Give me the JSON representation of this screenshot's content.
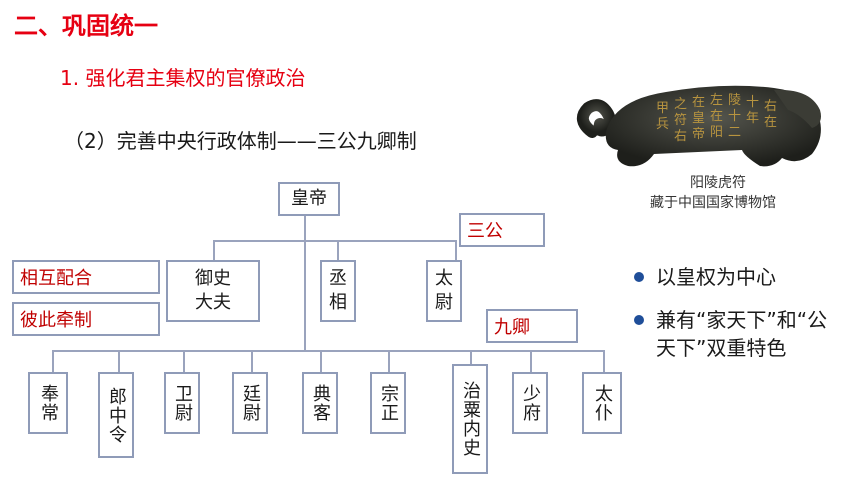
{
  "section_title": "二、巩固统一",
  "subtitle": "1. 强化君主集权的官僚政治",
  "heading": "（2）完善中央行政体制——三公九卿制",
  "org_chart": {
    "emperor": "皇帝",
    "san_gong_label": "三公",
    "jiu_qing_label": "九卿",
    "side_labels": [
      "相互配合",
      "彼此牵制"
    ],
    "san_gong": [
      "御史\n大夫",
      "丞\n相",
      "太\n尉"
    ],
    "jiu_qing": [
      "奉常",
      "郎中令",
      "卫尉",
      "廷尉",
      "典客",
      "宗正",
      "治粟内史",
      "少府",
      "太仆"
    ]
  },
  "artifact": {
    "caption_line1": "阳陵虎符",
    "caption_line2": "藏于中国国家博物馆",
    "color_body": "#2e2f2a",
    "color_inscription": "#b8943f"
  },
  "bullets": [
    "以皇权为中心",
    "兼有“家天下”和“公天下”双重特色"
  ],
  "colors": {
    "accent_red": "#e60012",
    "box_border": "#8f9bb8",
    "bullet_dot": "#1f4e99"
  }
}
